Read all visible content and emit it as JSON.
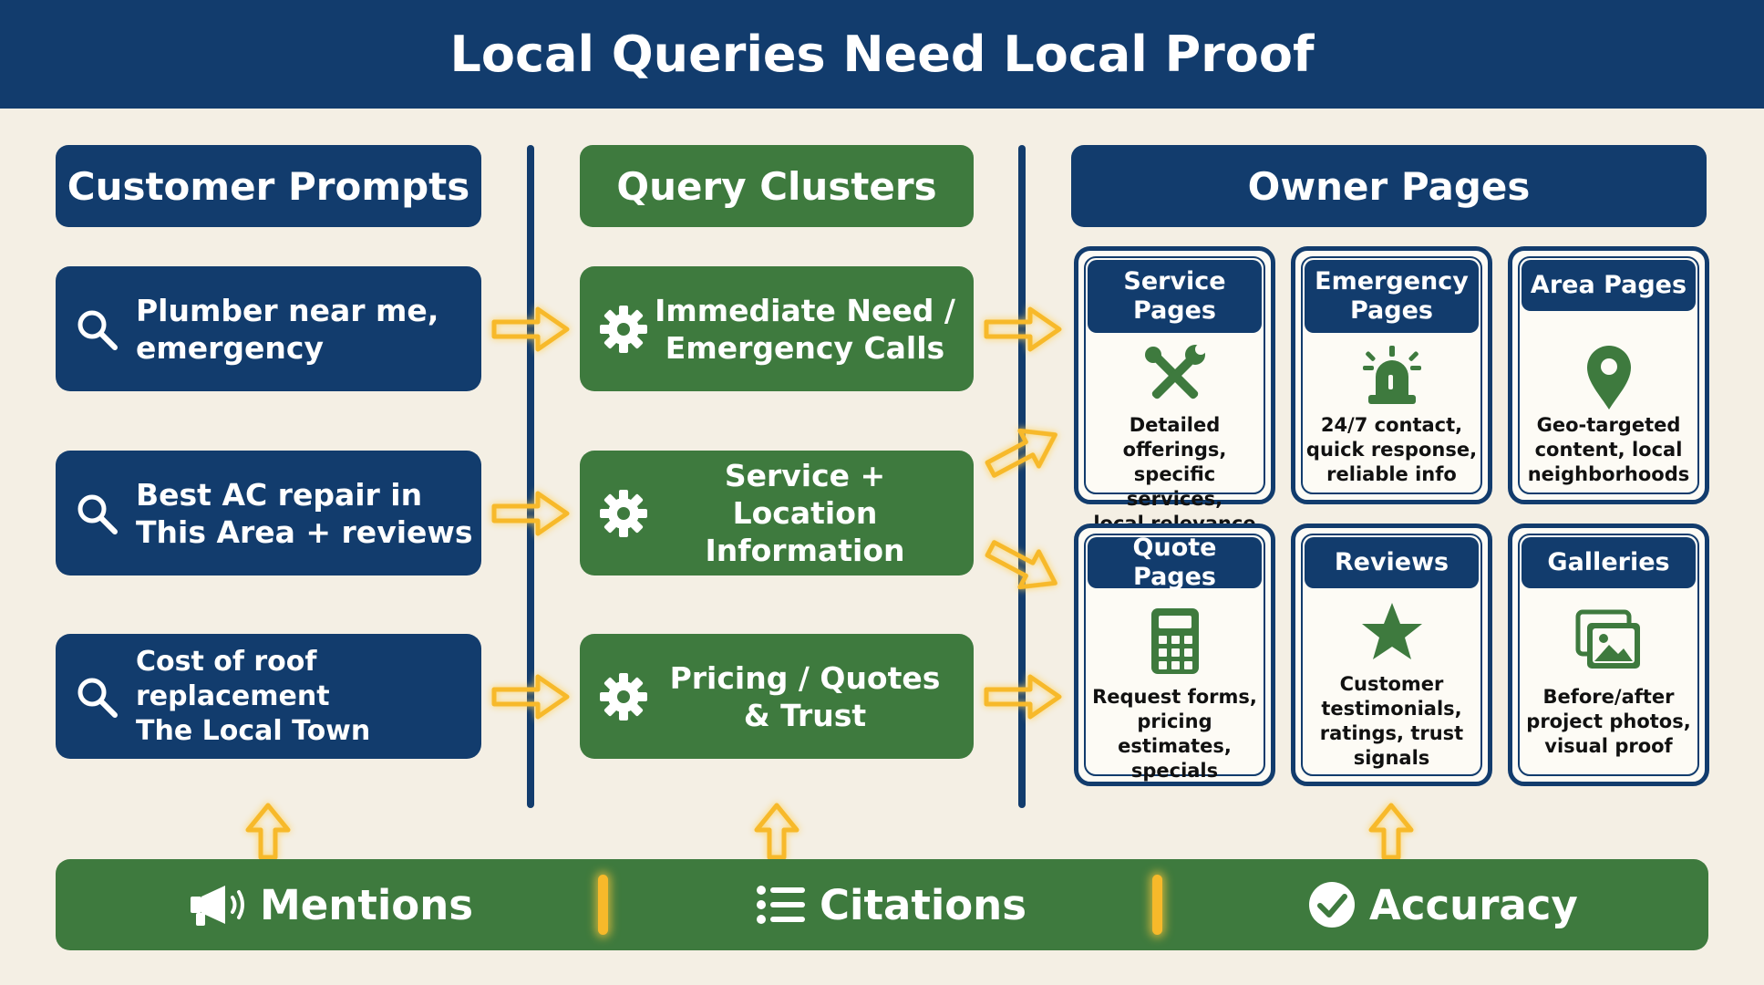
{
  "title": "Local Queries Need Local Proof",
  "columns": {
    "prompts": "Customer Prompts",
    "clusters": "Query Clusters",
    "owner": "Owner Pages"
  },
  "prompts": [
    {
      "text": "Plumber near me,\nemergency",
      "icon": "search-icon"
    },
    {
      "text": "Best AC repair in\nThis Area + reviews",
      "icon": "search-icon"
    },
    {
      "text": "Cost of roof replacement\nThe Local Town",
      "icon": "search-icon"
    }
  ],
  "clusters": [
    {
      "text": "Immediate Need /\nEmergency Calls",
      "icon": "gear-icon"
    },
    {
      "text": "Service + Location\nInformation",
      "icon": "gear-icon"
    },
    {
      "text": "Pricing / Quotes\n& Trust",
      "icon": "gear-icon"
    }
  ],
  "cards": [
    {
      "title": "Service\nPages",
      "desc": "Detailed offerings,\nspecific services,\nlocal relevance",
      "icon": "tools-icon"
    },
    {
      "title": "Emergency\nPages",
      "desc": "24/7 contact,\nquick response,\nreliable info",
      "icon": "siren-icon"
    },
    {
      "title": "Area Pages",
      "desc": "Geo-targeted\ncontent, local\nneighborhoods",
      "icon": "location-pin-icon"
    },
    {
      "title": "Quote Pages",
      "desc": "Request forms,\npricing estimates,\nspecials",
      "icon": "calculator-icon"
    },
    {
      "title": "Reviews",
      "desc": "Customer\ntestimonials,\nratings, trust\nsignals",
      "icon": "star-icon"
    },
    {
      "title": "Galleries",
      "desc": "Before/after\nproject photos,\nvisual proof",
      "icon": "photo-gallery-icon"
    }
  ],
  "bottom": {
    "mentions": "Mentions",
    "citations": "Citations",
    "accuracy": "Accuracy"
  },
  "colors": {
    "navy": "#123c6d",
    "green": "#3e7a3e",
    "arrow": "#f7b92a",
    "background": "#f4efe4"
  }
}
